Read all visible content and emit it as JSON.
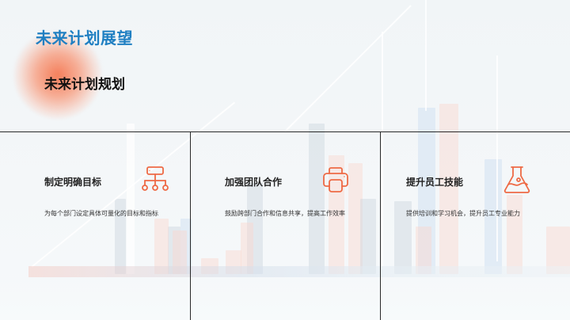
{
  "slide": {
    "title": "未来计划展望",
    "subtitle": "未来计划规划",
    "accent_color": "#1f7fc2",
    "icon_color": "#ee6a45"
  },
  "cards": [
    {
      "title": "制定明确目标",
      "description": "为每个部门设定具体可量化的目标和指标",
      "icon": "hierarchy-org-chart-icon"
    },
    {
      "title": "加强团队合作",
      "description": "鼓励跨部门合作和信息共享，提高工作效率",
      "icon": "printer-icon"
    },
    {
      "title": "提升员工技能",
      "description": "提供培训和学习机会，提升员工专业能力",
      "icon": "flask-icon"
    }
  ]
}
